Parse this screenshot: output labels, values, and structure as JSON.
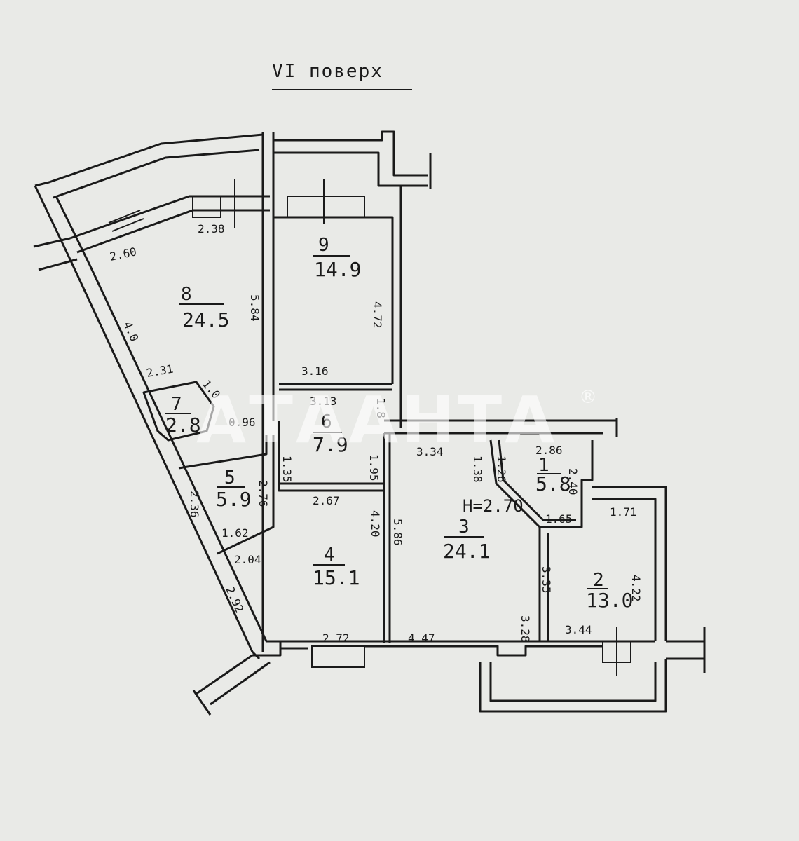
{
  "title": "VI поверх",
  "ceiling_height": "H=2.70",
  "watermark": {
    "text": "АТААНТА",
    "registered": "®"
  },
  "rooms": [
    {
      "number": "1",
      "area": "5.8"
    },
    {
      "number": "2",
      "area": "13.0"
    },
    {
      "number": "3",
      "area": "24.1"
    },
    {
      "number": "4",
      "area": "15.1"
    },
    {
      "number": "5",
      "area": "5.9"
    },
    {
      "number": "6",
      "area": "7.9"
    },
    {
      "number": "7",
      "area": "2.8"
    },
    {
      "number": "8",
      "area": "24.5"
    },
    {
      "number": "9",
      "area": "14.9"
    }
  ],
  "dimensions": {
    "d_238": "2.38",
    "d_260": "2.60",
    "d_584": "5.84",
    "d_40": "4.0",
    "d_231": "2.31",
    "d_10": "1.0",
    "d_096": "0.96",
    "d_472": "4.72",
    "d_316": "3.16",
    "d_313": "3.13",
    "d_18": "1.8",
    "d_135": "1.35",
    "d_195": "1.95",
    "d_267": "2.67",
    "d_420": "4.20",
    "d_586": "5.86",
    "d_236": "2.36",
    "d_276": "2.76",
    "d_162": "1.62",
    "d_204": "2.04",
    "d_292": "2.92",
    "d_272": "2.72",
    "d_447": "4.47",
    "d_328": "3.28",
    "d_334": "3.34",
    "d_138": "1.38",
    "d_126": "1.26",
    "d_286": "2.86",
    "d_240": "2.40",
    "d_165": "1.65",
    "d_171": "1.71",
    "d_335": "3.35",
    "d_422": "4.22",
    "d_344": "3.44"
  }
}
